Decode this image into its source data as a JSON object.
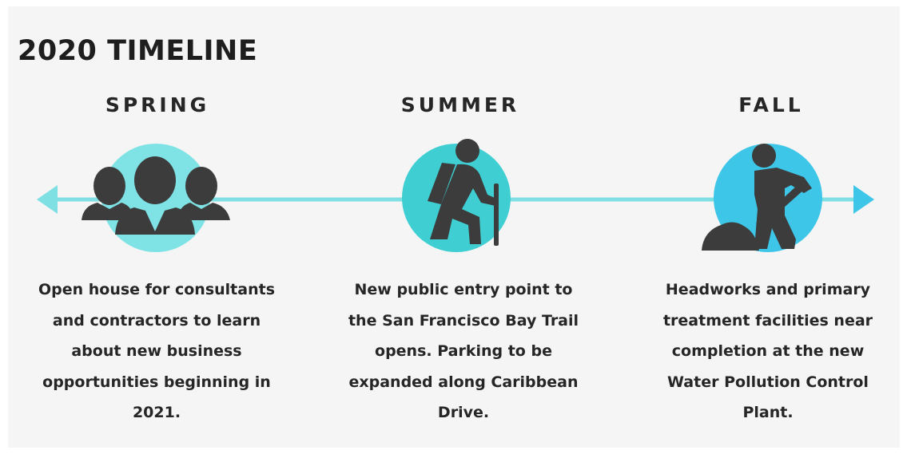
{
  "title": "2020 TIMELINE",
  "colors": {
    "background": "#f5f5f5",
    "line": "#7fe0e3",
    "spring_circle": "#7fe3e6",
    "summer_circle": "#3fcfd3",
    "fall_circle": "#3ec6e8",
    "icon": "#3c3c3c",
    "text": "#262626"
  },
  "milestones": [
    {
      "season": "SPRING",
      "icon": "people-group-icon",
      "description": [
        "Open house for consultants",
        "and contractors to learn",
        "about new business",
        "opportunities beginning in",
        "2021."
      ]
    },
    {
      "season": "SUMMER",
      "icon": "hiker-icon",
      "description": [
        "New public entry point to",
        "the San Francisco Bay Trail",
        "opens. Parking to be",
        "expanded along Caribbean",
        "Drive."
      ]
    },
    {
      "season": "FALL",
      "icon": "worker-shoveling-icon",
      "description": [
        "Headworks and primary",
        "treatment facilities near",
        "completion at the new",
        "Water Pollution Control",
        "Plant."
      ]
    }
  ]
}
